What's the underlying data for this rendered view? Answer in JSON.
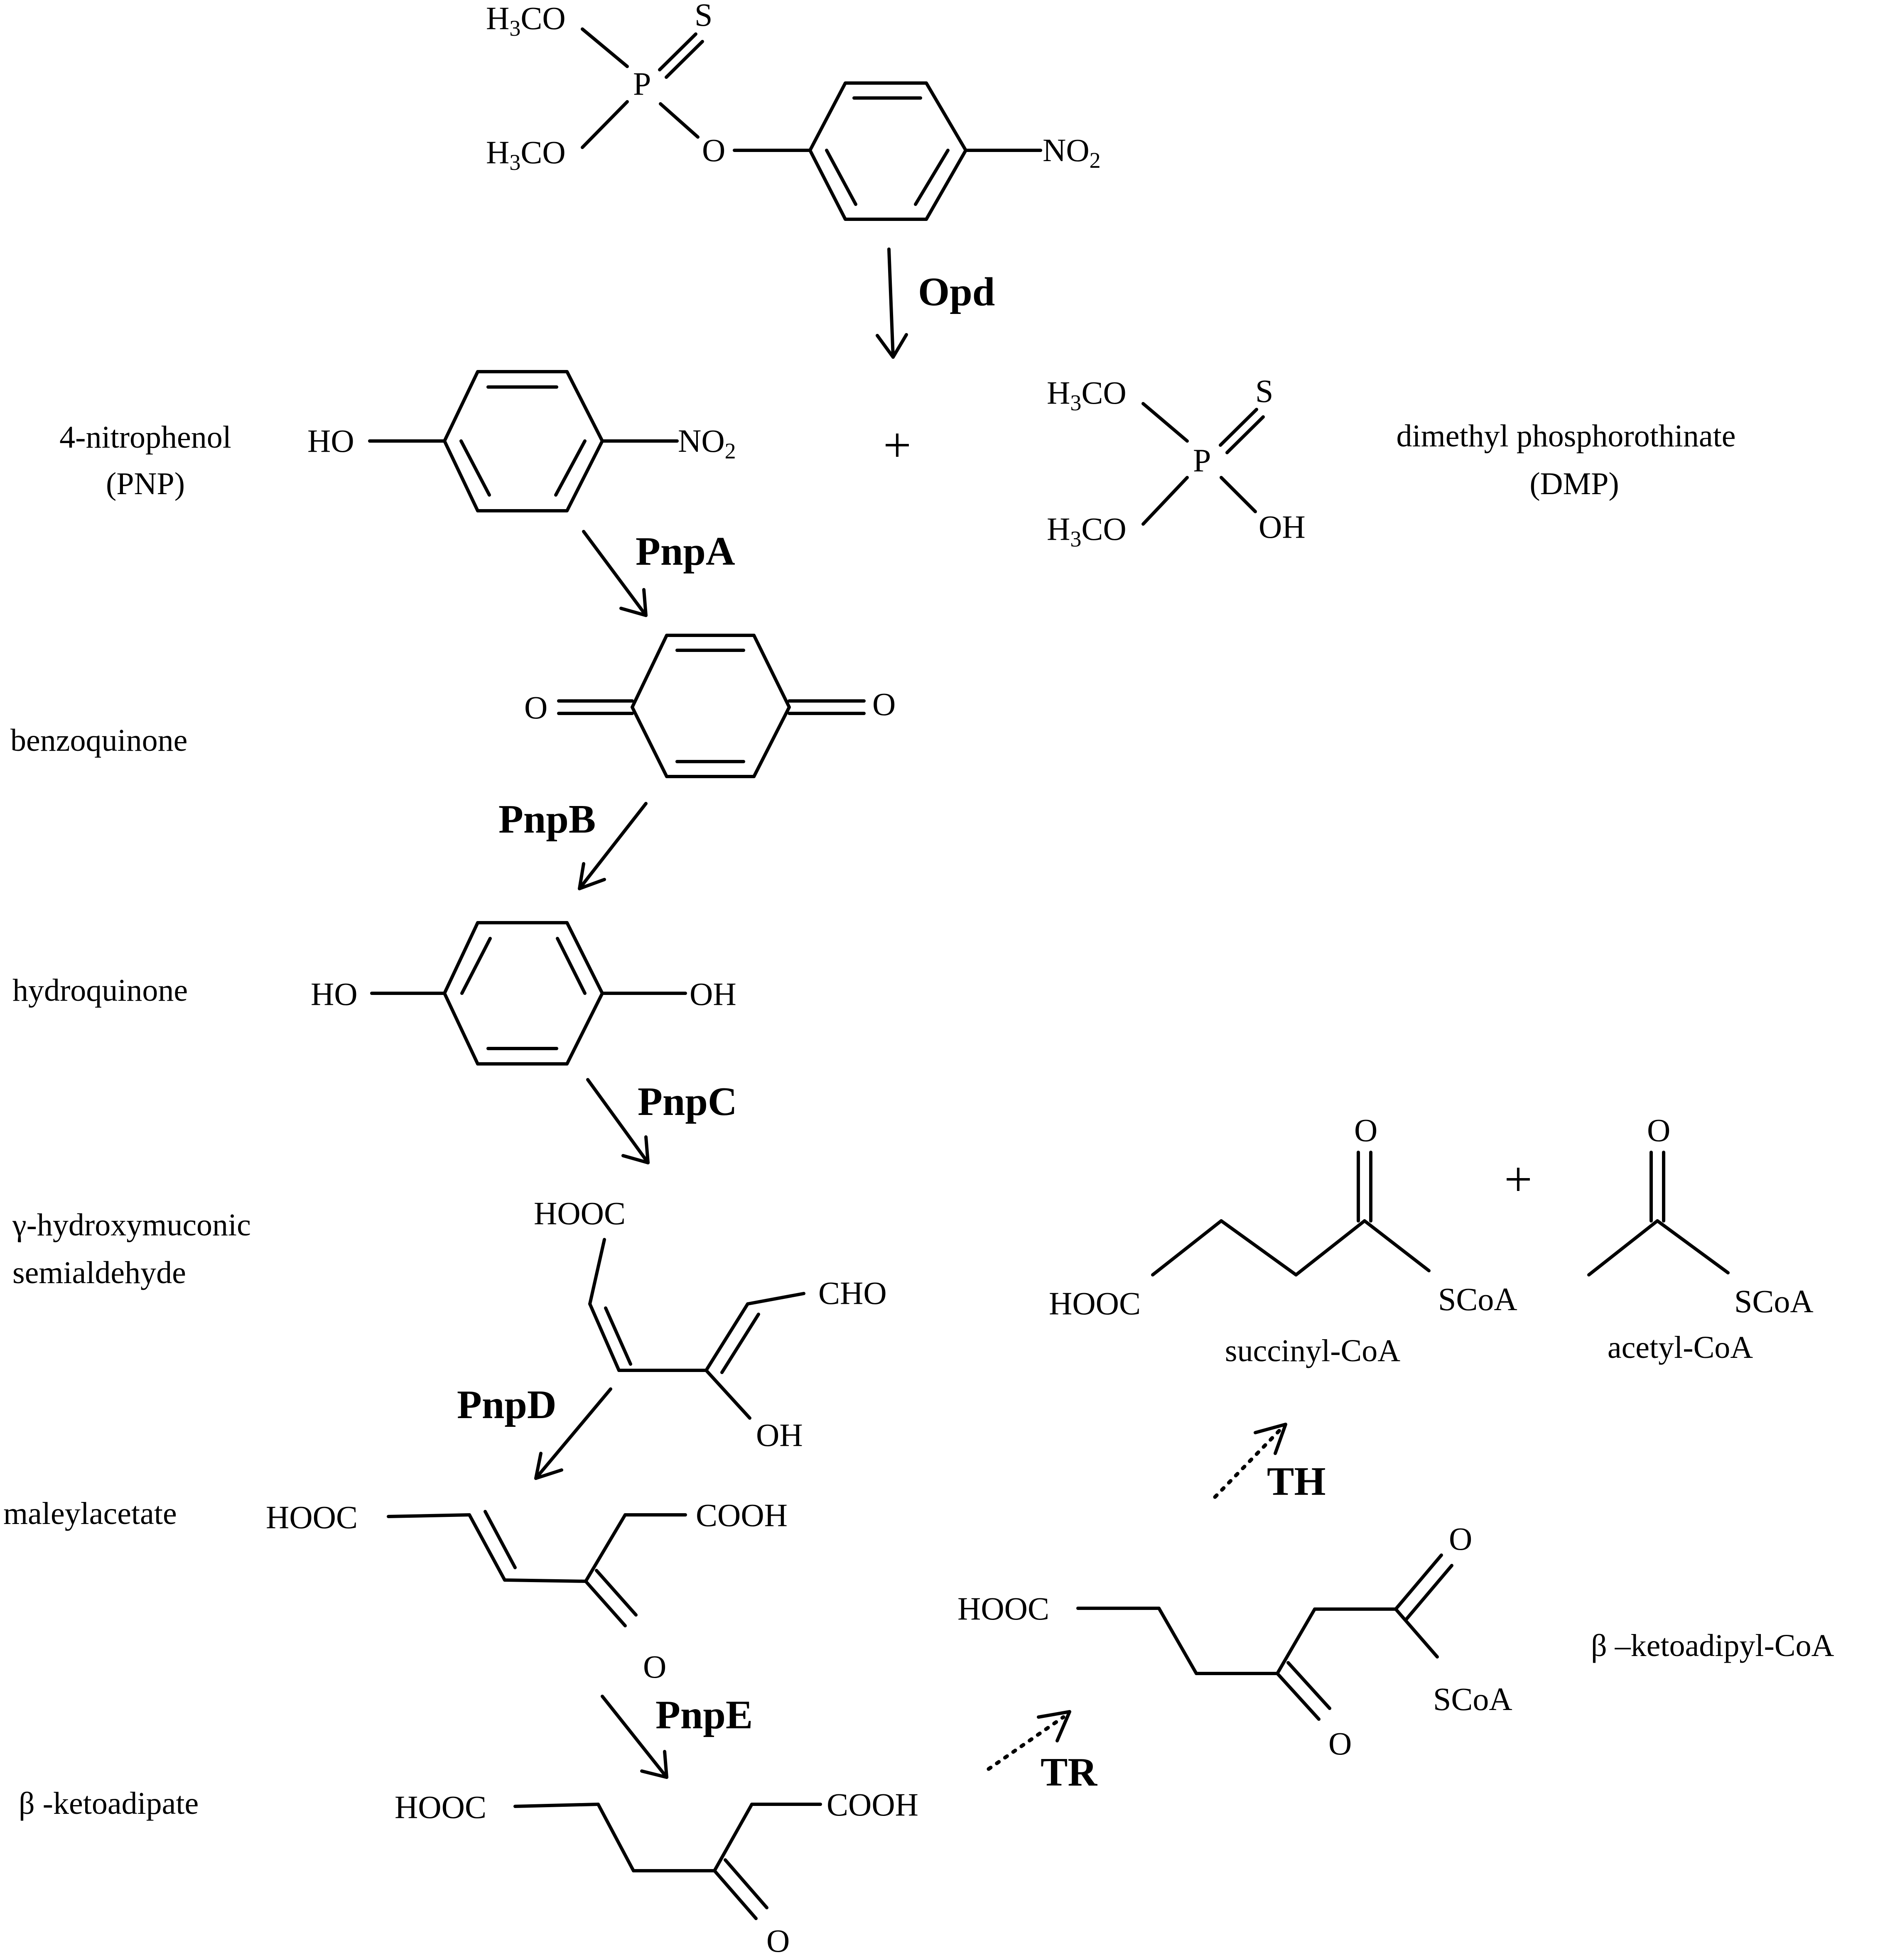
{
  "atoms": {
    "h3co": "H",
    "h3co_sub": "3",
    "h3co_tail": "CO",
    "s": "S",
    "p": "P",
    "o": "O",
    "no2": "NO",
    "no2_sub": "2",
    "ho": "HO",
    "oh": "OH",
    "hooc": "HOOC",
    "cooh": "COOH",
    "cho": "CHO",
    "scoa": "SCoA"
  },
  "plus": "+",
  "enzymes": {
    "opd": "Opd",
    "pnpa": "PnpA",
    "pnpb": "PnpB",
    "pnpc": "PnpC",
    "pnpd": "PnpD",
    "pnpe": "PnpE",
    "tr": "TR",
    "th": "TH"
  },
  "compounds": {
    "pnp_line1": "4-nitrophenol",
    "pnp_line2": "(PNP)",
    "dmp_line1": "dimethyl phosphorothinate",
    "dmp_line2": "(DMP)",
    "benzoquinone": "benzoquinone",
    "hydroquinone": "hydroquinone",
    "hms_line1": "γ-hydroxymuconic",
    "hms_line2": "semialdehyde",
    "maleylacetate": "maleylacetate",
    "ketoadipate": "β -ketoadipate",
    "ketoadipyl_coa": "β –ketoadipyl-CoA",
    "succinyl_coa": "succinyl-CoA",
    "acetyl_coa": "acetyl-CoA"
  }
}
